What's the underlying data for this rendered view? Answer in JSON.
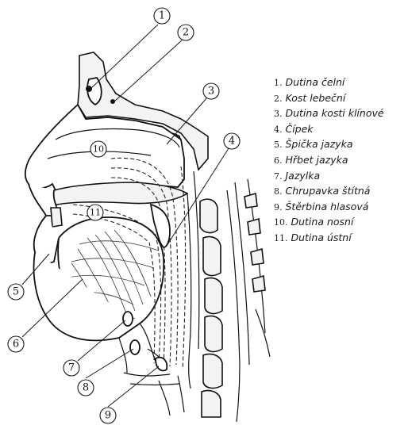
{
  "figure": {
    "markers": [
      "1",
      "2",
      "3",
      "4",
      "5",
      "6",
      "7",
      "8",
      "9",
      "10",
      "11"
    ],
    "legend": [
      {
        "num": "1.",
        "text": "Dutina čelní"
      },
      {
        "num": "2.",
        "text": "Kost lebeční"
      },
      {
        "num": "3.",
        "text": "Dutina kosti klínové"
      },
      {
        "num": "4.",
        "text": "Čípek"
      },
      {
        "num": "5.",
        "text": "Špička jazyka"
      },
      {
        "num": "6.",
        "text": "Hřbet jazyka"
      },
      {
        "num": "7.",
        "text": "Jazylka"
      },
      {
        "num": "8.",
        "text": "Chrupavka štítná"
      },
      {
        "num": "9.",
        "text": "Štěrbina hlasová"
      },
      {
        "num": "10.",
        "text": "Dutina nosní"
      },
      {
        "num": "11.",
        "text": "Dutina ústní"
      }
    ]
  }
}
